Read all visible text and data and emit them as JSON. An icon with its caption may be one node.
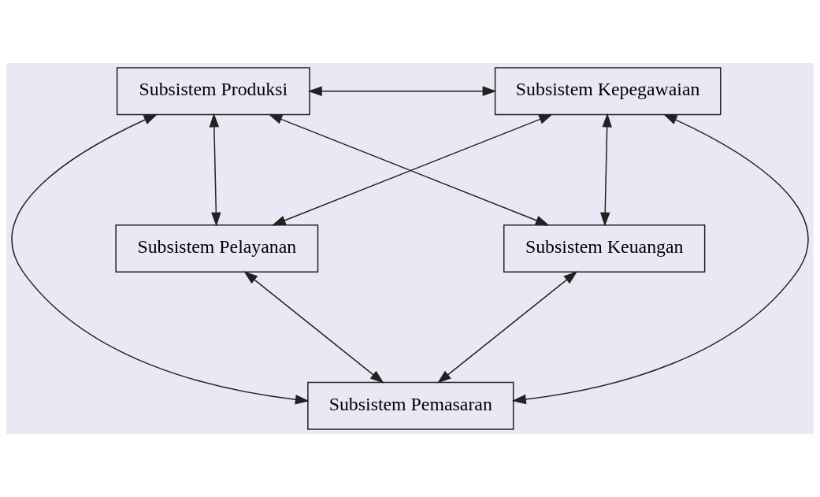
{
  "diagram": {
    "nodes": [
      {
        "text": [
          "Subsistem Produksi"
        ]
      },
      {
        "text": [
          "Subsistem Kepegawaian"
        ]
      },
      {
        "text": [
          "Subsistem Pelayanan"
        ]
      },
      {
        "text": [
          "Subsistem Keuangan"
        ]
      },
      {
        "text": [
          "Subsistem Pemasaran"
        ]
      }
    ],
    "edges": [
      {
        "from": 0,
        "to": 1,
        "arrow": "both"
      },
      {
        "from": 0,
        "to": 2,
        "arrow": "both"
      },
      {
        "from": 0,
        "to": 4,
        "arrow": "both"
      },
      {
        "from": 0,
        "to": 3,
        "arrow": "both"
      },
      {
        "from": 1,
        "to": 2,
        "arrow": "both"
      },
      {
        "from": 1,
        "to": 4,
        "arrow": "both"
      },
      {
        "from": 1,
        "to": 3,
        "arrow": "both"
      },
      {
        "from": 2,
        "to": 4,
        "arrow": "both"
      },
      {
        "from": 3,
        "to": 4,
        "arrow": "both"
      }
    ]
  }
}
